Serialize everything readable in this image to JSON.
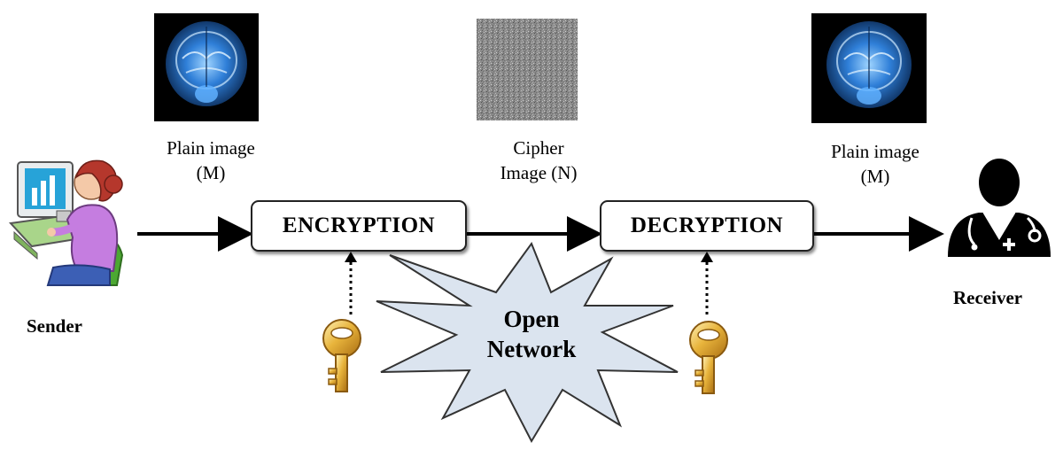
{
  "nodes": {
    "sender": {
      "label": "Sender"
    },
    "encryption": {
      "label": "ENCRYPTION"
    },
    "decryption": {
      "label": "DECRYPTION"
    },
    "receiver": {
      "label": "Receiver"
    },
    "network": {
      "line1": "Open",
      "line2": "Network"
    }
  },
  "images": {
    "plain_left": {
      "line1": "Plain image",
      "line2": "(M)"
    },
    "cipher": {
      "line1": "Cipher",
      "line2": "Image (N)"
    },
    "plain_right": {
      "line1": "Plain image",
      "line2": "(M)"
    }
  },
  "icons": {
    "sender": "person-at-computer-icon",
    "receiver": "doctor-icon",
    "key": "key-icon",
    "brain": "brain-mri-icon",
    "noise": "noise-image-icon"
  },
  "colors": {
    "burst_fill": "#dbe4ef",
    "key_gold": "#e0a72a",
    "mri_blue": "#2f7fd8",
    "arrow": "#000000"
  }
}
